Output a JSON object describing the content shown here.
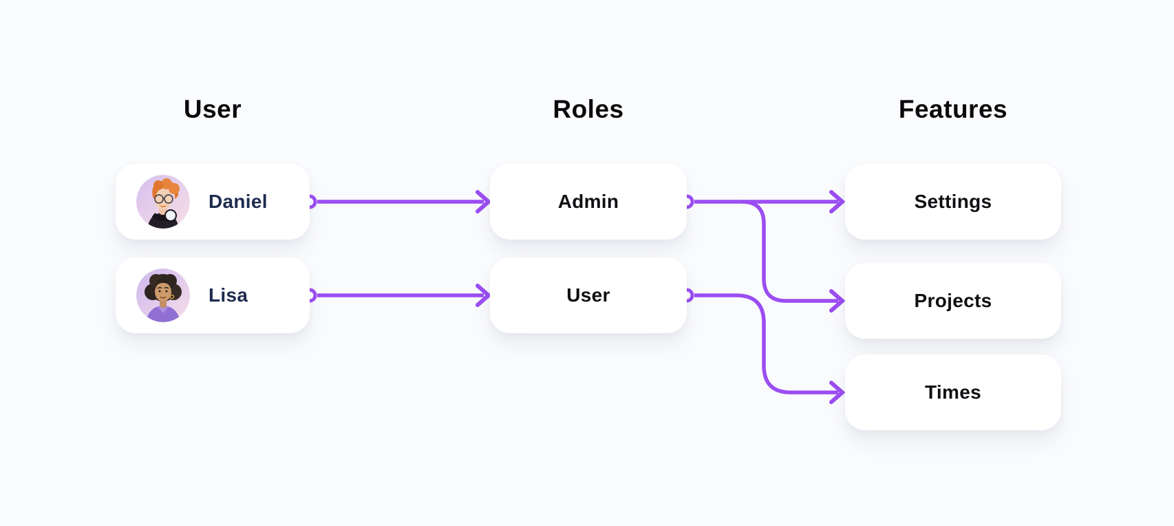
{
  "colors": {
    "accent": "#9b4df2",
    "bg": "#fafbfd",
    "card-bg": "#ffffff",
    "name-color": "#1d2b4e",
    "label-color": "#101014",
    "header-color": "#0a0a0c"
  },
  "columns": {
    "user": {
      "header": "User"
    },
    "roles": {
      "header": "Roles"
    },
    "features": {
      "header": "Features"
    }
  },
  "users": [
    {
      "name": "Daniel",
      "avatar": "man-orange-hair-glasses-headphones"
    },
    {
      "name": "Lisa",
      "avatar": "woman-dark-curly-hair-purple-shirt"
    }
  ],
  "roles": [
    {
      "label": "Admin"
    },
    {
      "label": "User"
    }
  ],
  "features": [
    {
      "label": "Settings"
    },
    {
      "label": "Projects"
    },
    {
      "label": "Times"
    }
  ],
  "connections": [
    {
      "from": "Daniel",
      "to": "Admin"
    },
    {
      "from": "Lisa",
      "to": "User"
    },
    {
      "from": "Admin",
      "to": "Settings"
    },
    {
      "from": "Admin",
      "to": "Projects"
    },
    {
      "from": "User",
      "to": "Times"
    }
  ]
}
